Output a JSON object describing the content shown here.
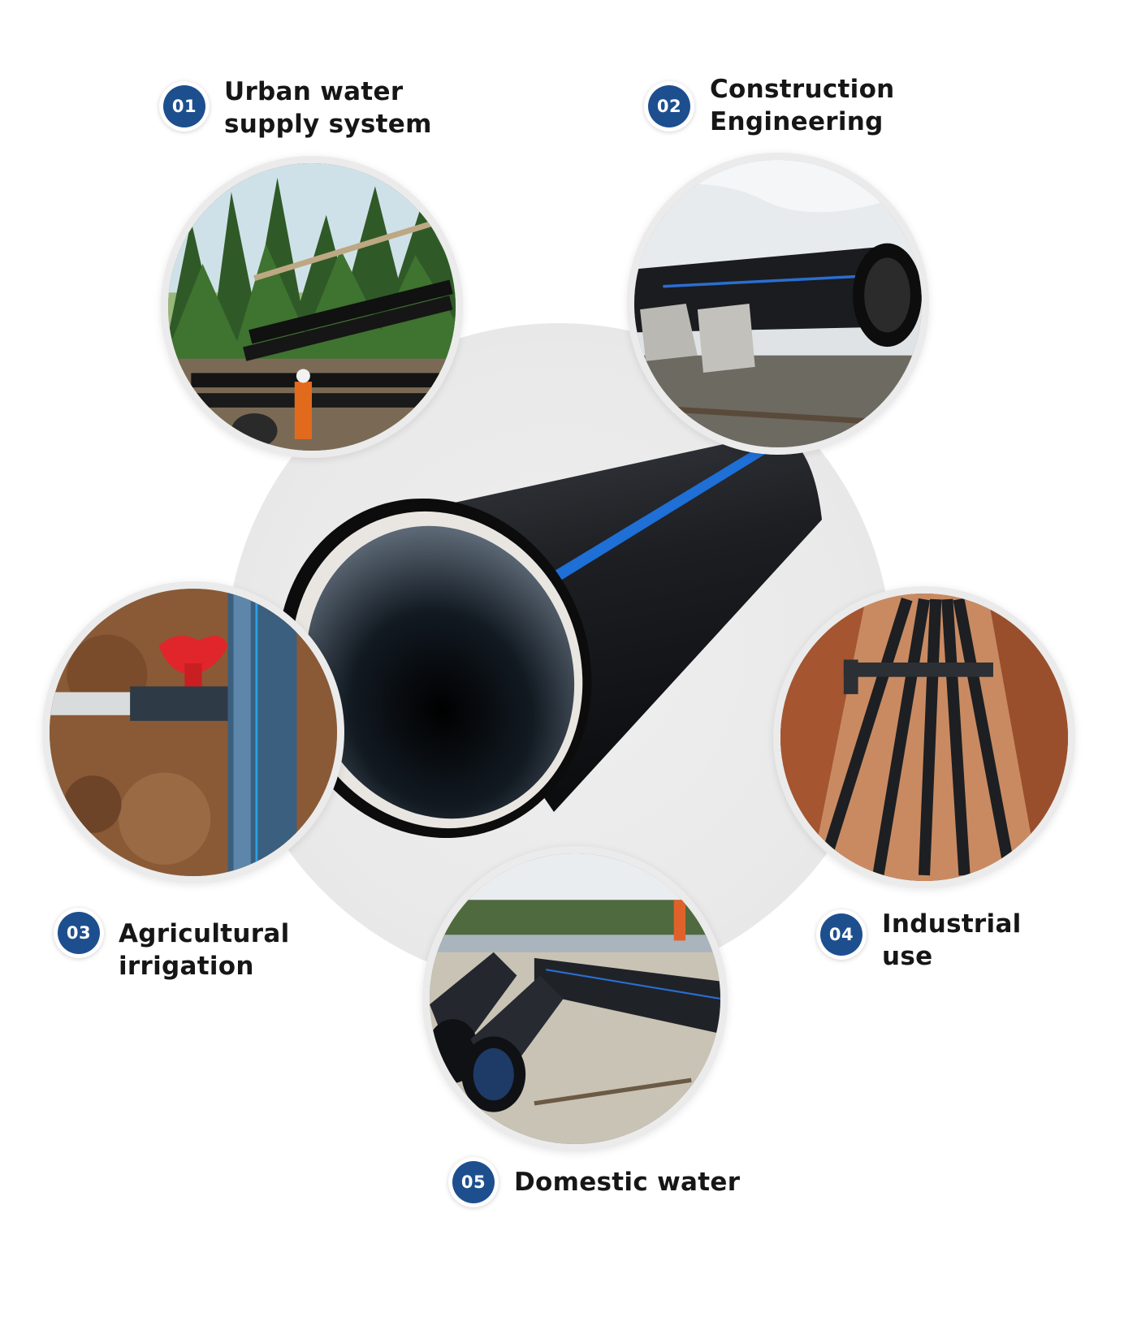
{
  "applications": [
    {
      "number": "01",
      "lines": [
        "Urban water",
        "supply system"
      ],
      "photo_icon": "pipe-lifting-crane-photo"
    },
    {
      "number": "02",
      "lines": [
        "Construction",
        "Engineering"
      ],
      "photo_icon": "large-flanged-pipe-photo"
    },
    {
      "number": "03",
      "lines": [
        "Agricultural",
        "irrigation"
      ],
      "photo_icon": "irrigation-valve-photo"
    },
    {
      "number": "04",
      "lines": [
        "Industrial",
        "use"
      ],
      "photo_icon": "trench-pipes-photo"
    },
    {
      "number": "05",
      "lines": [
        "Domestic water"
      ],
      "photo_icon": "pipes-on-site-photo"
    }
  ],
  "colors": {
    "badge": "#1d4f8f",
    "pipe_body": "#1b1d20",
    "pipe_stripe": "#1e6fd6",
    "background_disc": "#ebebeb"
  },
  "center_image": "hdpe-pipe-with-blue-stripe"
}
